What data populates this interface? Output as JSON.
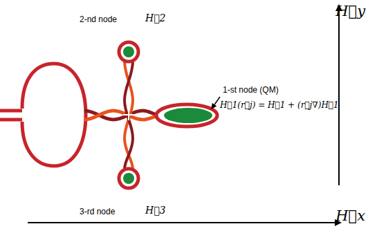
{
  "diagram": {
    "labels": [
      "2-nd node",
      "H⃗2",
      "1-st node (QM)",
      "H⃗1(r⃗j) = H⃗1 + (r⃗j∇)H⃗1",
      "3-rd node",
      "H⃗3",
      "H⃗y",
      "H⃗x"
    ]
  }
}
